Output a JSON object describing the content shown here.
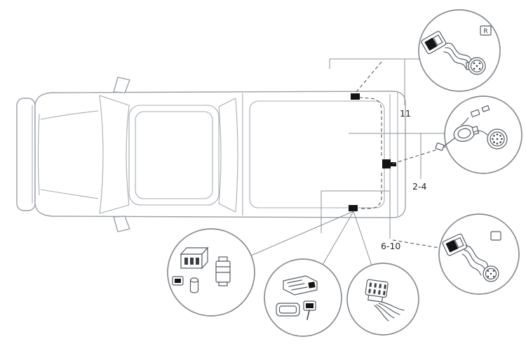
{
  "diagram": {
    "type": "vehicle-wiring-installation-diagram",
    "vehicle": "pickup-truck-top-view",
    "labels": {
      "harness_top": "11",
      "harness_side": "2-4",
      "harness_bottom": "6-10",
      "connector_tag": "R"
    },
    "callouts": [
      {
        "id": "rear-right-taillight-connector",
        "ref": "11"
      },
      {
        "id": "round-socket-connectors",
        "ref": "2-4"
      },
      {
        "id": "rear-left-taillight-connector",
        "ref": "6-10"
      },
      {
        "id": "relay-and-socket-parts",
        "ref": ""
      },
      {
        "id": "module-frame-and-plug-parts",
        "ref": ""
      },
      {
        "id": "multipin-connector-with-wires",
        "ref": ""
      }
    ],
    "connection_points": [
      "rear-right-corner",
      "tailgate-center",
      "rear-left-corner"
    ],
    "colors": {
      "outline": "#9aa1a8",
      "detail": "#565c63",
      "black_part": "#141414",
      "label_text": "#1f2328",
      "background": "#ffffff"
    }
  }
}
